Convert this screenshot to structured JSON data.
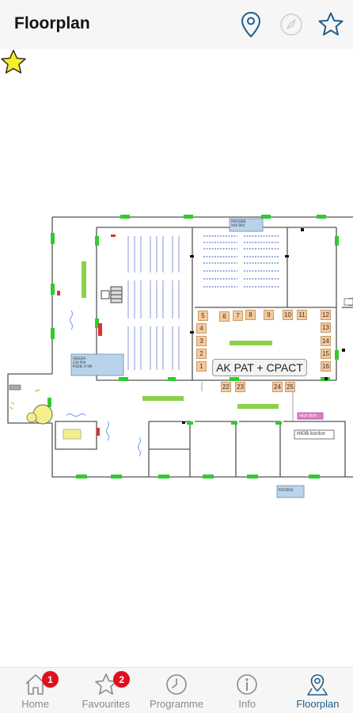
{
  "header": {
    "title": "Floorplan"
  },
  "colors": {
    "accent": "#1d5e8a",
    "badge": "#e0101c",
    "booth": "#f7c99b",
    "door": "#2ecc2e",
    "inactive": "#8a8a8a"
  },
  "map": {
    "callout_label": "AK PAT + CPACT",
    "booths": [
      "5",
      "6",
      "7",
      "8",
      "9",
      "10",
      "11",
      "12",
      "4",
      "13",
      "3",
      "14",
      "2",
      "15",
      "1",
      "16",
      "22",
      "23",
      "24",
      "25"
    ],
    "room_labels": {
      "press": "PRESSEN\nXXX PAX",
      "stage": "SREGRA\n230 PAX\nPODIE 4*3M",
      "hiob": "HIOB kontor",
      "help": "HELP DESK",
      "posters": "POSTERS"
    }
  },
  "tabs": [
    {
      "label": "Home",
      "icon": "home-icon",
      "badge": "1"
    },
    {
      "label": "Favourites",
      "icon": "star-icon",
      "badge": "2"
    },
    {
      "label": "Programme",
      "icon": "clock-icon",
      "badge": ""
    },
    {
      "label": "Info",
      "icon": "info-icon",
      "badge": ""
    },
    {
      "label": "Floorplan",
      "icon": "map-pin-icon",
      "badge": "",
      "active": true
    }
  ]
}
